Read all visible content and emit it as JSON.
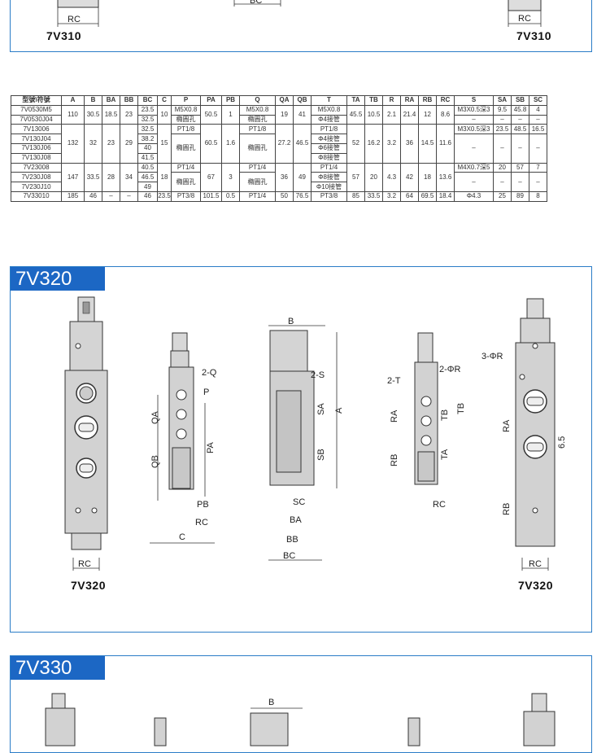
{
  "top_section": {
    "left_caption": "7V310",
    "right_caption": "7V310",
    "labels": {
      "rc_left": "RC",
      "bc_center": "BC",
      "rc_right": "RC"
    }
  },
  "table": {
    "headers": [
      "型號\\符號",
      "A",
      "B",
      "BA",
      "BB",
      "BC",
      "C",
      "P",
      "PA",
      "PB",
      "Q",
      "QA",
      "QB",
      "T",
      "TA",
      "TB",
      "R",
      "RA",
      "RB",
      "RC",
      "S",
      "SA",
      "SB",
      "SC"
    ],
    "rows": [
      [
        "7V0530M5",
        "110",
        "30.5",
        "18.5",
        "23",
        "23.5",
        "10",
        "M5X0.8",
        "50.5",
        "1",
        "M5X0.8",
        "19",
        "41",
        "M5X0.8",
        "45.5",
        "10.5",
        "2.1",
        "21.4",
        "12",
        "8.6",
        "M3X0.5深3",
        "9.5",
        "45.8",
        "4"
      ],
      [
        "7V0530J04",
        "",
        "",
        "",
        "",
        "32.5",
        "",
        "橢圓孔",
        "",
        "",
        "橢圓孔",
        "",
        "",
        "Φ4接管",
        "",
        "",
        "",
        "",
        "",
        "",
        "–",
        "–",
        "–",
        "–"
      ],
      [
        "7V13006",
        "132",
        "32",
        "23",
        "29",
        "32.5",
        "15",
        "PT1/8",
        "60.5",
        "1.6",
        "PT1/8",
        "27.2",
        "46.5",
        "PT1/8",
        "52",
        "16.2",
        "3.2",
        "36",
        "14.5",
        "11.6",
        "M3X0.5深3",
        "23.5",
        "48.5",
        "16.5"
      ],
      [
        "7V130J04",
        "",
        "",
        "",
        "",
        "38.2",
        "",
        "橢圓孔",
        "",
        "",
        "橢圓孔",
        "",
        "",
        "Φ4接管",
        "",
        "",
        "",
        "",
        "",
        "",
        "–",
        "–",
        "–",
        "–"
      ],
      [
        "7V130J06",
        "",
        "",
        "",
        "",
        "40",
        "",
        "",
        "",
        "",
        "",
        "",
        "",
        "Φ6接管",
        "",
        "",
        "",
        "",
        "",
        "",
        "",
        "",
        "",
        ""
      ],
      [
        "7V130J08",
        "",
        "",
        "",
        "",
        "41.5",
        "",
        "",
        "",
        "",
        "",
        "",
        "",
        "Φ8接管",
        "",
        "",
        "",
        "",
        "",
        "",
        "",
        "",
        "",
        ""
      ],
      [
        "7V23008",
        "147",
        "33.5",
        "28",
        "34",
        "40.5",
        "18",
        "PT1/4",
        "67",
        "3",
        "PT1/4",
        "36",
        "49",
        "PT1/4",
        "57",
        "20",
        "4.3",
        "42",
        "18",
        "13.6",
        "M4X0.7深5",
        "20",
        "57",
        "7"
      ],
      [
        "7V230J08",
        "",
        "",
        "",
        "",
        "46.5",
        "",
        "橢圓孔",
        "",
        "",
        "橢圓孔",
        "",
        "",
        "Φ8接管",
        "",
        "",
        "",
        "",
        "",
        "",
        "–",
        "–",
        "–",
        "–"
      ],
      [
        "7V230J10",
        "",
        "",
        "",
        "",
        "49",
        "",
        "",
        "",
        "",
        "",
        "",
        "",
        "Φ10接管",
        "",
        "",
        "",
        "",
        "",
        "",
        "",
        "",
        "",
        ""
      ],
      [
        "7V33010",
        "185",
        "46",
        "–",
        "–",
        "46",
        "23.5",
        "PT3/8",
        "101.5",
        "0.5",
        "PT1/4",
        "50",
        "76.5",
        "PT3/8",
        "85",
        "33.5",
        "3.2",
        "64",
        "69.5",
        "18.4",
        "Φ4.3",
        "25",
        "89",
        "8"
      ]
    ]
  },
  "section_320": {
    "title": "7V320",
    "left_caption": "7V320",
    "right_caption": "7V320",
    "labels": {
      "rc1": "RC",
      "q2": "2-Q",
      "p": "P",
      "qa": "QA",
      "qb": "QB",
      "pa": "PA",
      "pb": "PB",
      "rc2": "RC",
      "c": "C",
      "b": "B",
      "s2": "2-S",
      "sa": "SA",
      "a": "A",
      "sb": "SB",
      "sc": "SC",
      "ba": "BA",
      "bb": "BB",
      "bc": "BC",
      "t2": "2-T",
      "r2": "2-ΦR",
      "ra": "RA",
      "tb": "TB",
      "tb2": "TB",
      "rb": "RB",
      "ta": "TA",
      "rc3": "RC",
      "r3": "3-ΦR",
      "ra2": "RA",
      "dim65": "6.5",
      "rb2": "RB",
      "rc4": "RC"
    }
  },
  "section_330": {
    "title": "7V330",
    "labels": {
      "b": "B"
    }
  }
}
